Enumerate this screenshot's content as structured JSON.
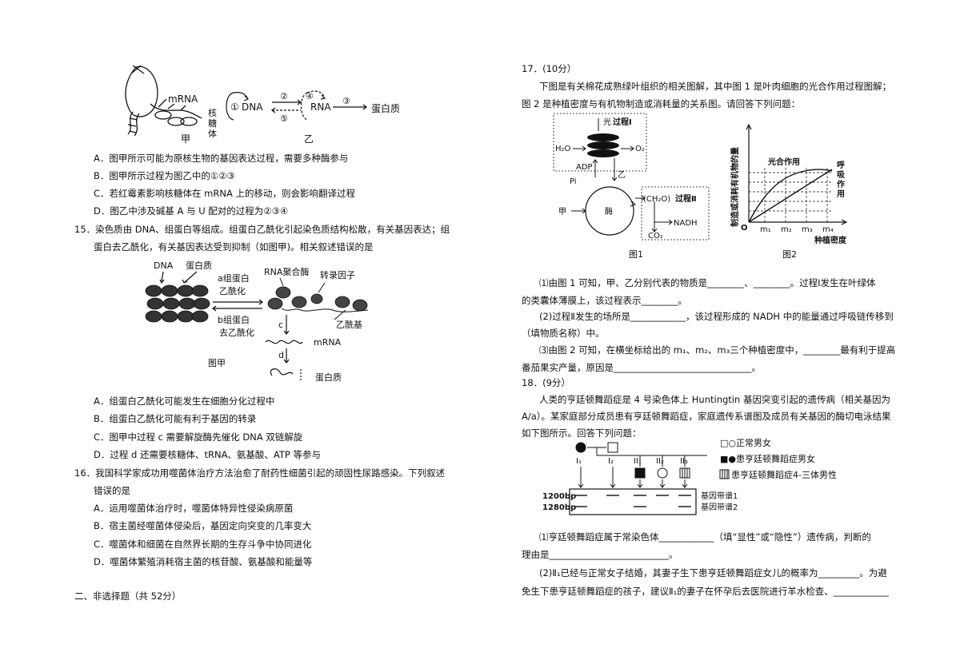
{
  "left": {
    "fig14": {
      "mrna": "mRNA",
      "ribosome": [
        "核",
        "糖",
        "体"
      ],
      "jia": "甲",
      "yi": "乙",
      "n1": "①",
      "dna": "DNA",
      "n2": "②",
      "n4": "④",
      "rna": "RNA",
      "n3": "③",
      "n5": "⑤",
      "protein": "蛋白质"
    },
    "q14_opts": [
      "A．图甲所示可能为原核生物的基因表达过程，需要多种酶参与",
      "B．图甲所示过程为图乙中的①②③",
      "C．若红霉素影响核糖体在 mRNA 上的移动，则会影响翻译过程",
      "D．图乙中涉及碱基 A 与 U 配对的过程为②③④"
    ],
    "q15_stem": [
      "15．染色质由 DNA、组蛋白等组成。组蛋白乙酰化引起染色质结构松散，有关基因表达；组",
      "蛋白去乙酰化，有关基因表达受到抑制（如图甲)。相关叙述错误的是"
    ],
    "fig15": {
      "dna": "DNA",
      "protein": "蛋白质",
      "a1": "a组蛋白",
      "a2": "乙酰化",
      "b1": "b组蛋白",
      "b2": "去乙酰化",
      "rnapol": "RNA聚合酶",
      "tf": "转录因子",
      "acetyl": "乙酰基",
      "c": "c",
      "mrna": "mRNA",
      "d": "d",
      "prot2": "蛋白质",
      "label": "图甲"
    },
    "q15_opts": [
      "A．组蛋白乙酰化可能发生在细胞分化过程中",
      "B．组蛋白乙酰化可能有利于基因的转录",
      "C．图甲中过程 c 需要解旋酶先催化 DNA 双链解旋",
      "D．过程 d 还需要核糖体、tRNA、氨基酸、ATP 等参与"
    ],
    "q16_stem": [
      "16．我国科学家成功用噬菌体治疗方法治愈了耐药性细菌引起的顽固性尿路感染。下列叙述",
      "错误的是"
    ],
    "q16_opts": [
      "A．运用噬菌体治疗时，噬菌体特异性侵染病原菌",
      "B．宿主菌经噬菌体侵染后，基因定向突变的几率变大",
      "C．噬菌体和细菌在自然界长期的生存斗争中协同进化",
      "D．噬菌体繁殖消耗宿主菌的核苷酸、氨基酸和能量等"
    ],
    "section2": "二、非选择题（共 52分）"
  },
  "right": {
    "q17_head": "17．(10分）",
    "q17_intro": [
      "下图是有关棉花成熟绿叶组织的相关图解，其中图 1 是叶肉细胞的光合作用过程图解；",
      "图 2 是种植密度与有机物制造或消耗量的关系图。请回答下列问题："
    ],
    "fig1": {
      "guang": "光",
      "proc1": "过程Ⅰ",
      "h2o": "H₂O",
      "o2": "O₂",
      "adp": "ADP",
      "yi": "乙",
      "pi": "Pi",
      "jia": "甲",
      "mei": "酶",
      "ch2o": "(CH₂O)",
      "proc2": "过程Ⅱ",
      "nadh": "NADH",
      "co2": "CO₂",
      "label": "图1"
    },
    "fig2": {
      "ylabel": "制造或消耗有机物的量",
      "photo": "光合作用",
      "resp": [
        "呼",
        "吸",
        "作",
        "用"
      ],
      "origin": "O",
      "ticks": [
        "m₁",
        "m₂",
        "m₃",
        "m₄"
      ],
      "xlabel": "种植密度",
      "label": "图2"
    },
    "q17_text": [
      "⑴由图 1 可知，甲、乙分别代表的物质是________、________。过程Ⅰ发生在叶绿体",
      "的类囊体薄膜上，该过程表示________。",
      "(2)过程Ⅱ发生的场所是____________，该过程形成的 NADH 中的能量通过呼吸链传移到",
      "（填物质名称）中。",
      "⑶由图 2 可知，在横坐标给出的 m₁、m₂、m₃三个种植密度中，________最有利于提高",
      "番茄果实产量，原因是______________________________。"
    ],
    "q18_head": "18．(9分）",
    "q18_intro": [
      "人类的亨廷顿舞蹈症是 4 号染色体上 Huntingtin 基因突变引起的遗传病（相关基因为",
      "A/a）。某家庭部分成员患有亨廷顿舞蹈症，家庭遗传系谱图及成员有关基因的酶切电泳结果",
      "如下图所示。回答下列问题："
    ],
    "pedigree": {
      "members": [
        "I₁",
        "I₂",
        "II₁",
        "II₂",
        "II₃"
      ],
      "legend": [
        "□○正常男女",
        "■●患亨廷顿舞蹈症男女",
        "患亨廷顿舞蹈症4-三体男性"
      ],
      "bp1": "1200bp",
      "bp2": "1280bp",
      "band1": "基因带谱1",
      "band2": "基因带谱2"
    },
    "q18_text": [
      "⑴亨廷顿舞蹈症属于常染色体____________（填“显性”或“隐性”）遗传病，判断的",
      "理由是__________________________。",
      "(2)Ⅱ₁已经与正常女子结婚，其妻子生下患亨廷顿舞蹈症女儿的概率为_________。为避",
      "免生下患亨廷顿舞蹈症的孩子，建议Ⅱ₁的妻子在怀孕后去医院进行羊水检查、____________"
    ]
  }
}
